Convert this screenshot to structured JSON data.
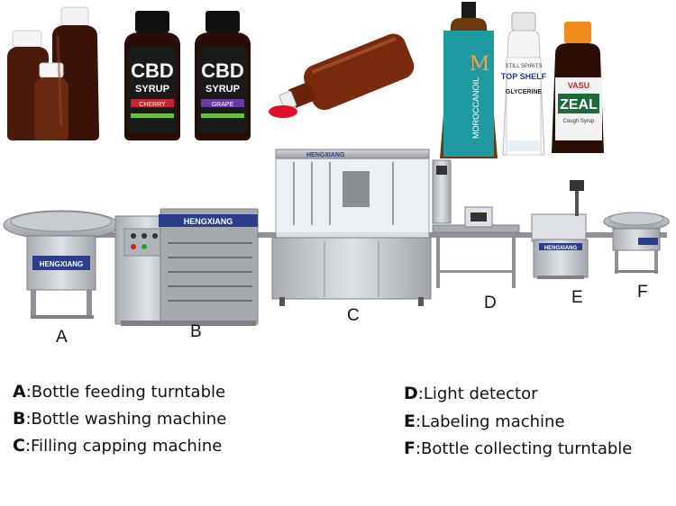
{
  "labels": {
    "a": "A",
    "b": "B",
    "c": "C",
    "d": "D",
    "e": "E",
    "f": "F"
  },
  "captions": [
    {
      "key": "A",
      "text": ":Bottle feeding turntable"
    },
    {
      "key": "B",
      "text": ":Bottle washing machine"
    },
    {
      "key": "C",
      "text": ":Filling capping machine"
    },
    {
      "key": "D",
      "text": ":Light detector"
    },
    {
      "key": "E",
      "text": ":Labeling machine"
    },
    {
      "key": "F",
      "text": ":Bottle collecting turntable"
    }
  ],
  "products": {
    "cbd1": {
      "brand": "CBD",
      "sub": "SYRUP",
      "flavor": "CHERRY"
    },
    "cbd2": {
      "brand": "CBD",
      "sub": "SYRUP",
      "flavor": "GRAPE"
    },
    "moroccan": {
      "brand": "MOROCCANOIL"
    },
    "topshelf": {
      "line": "STILL SPIRITS",
      "brand": "TOP SHELF",
      "name": "GLYCERINE"
    },
    "zeal": {
      "maker": "VASU",
      "brand": "ZEAL",
      "name": "Cough Syrup"
    }
  },
  "machine_brand": "HENGXIANG",
  "colors": {
    "steel": "#b9bcc0",
    "steel_dark": "#7d8187",
    "panel_blue": "#2b3e8c",
    "amber": "#5a1f0e",
    "zeal_orange": "#f08a1c",
    "moroccan_teal": "#1f9aa0"
  }
}
